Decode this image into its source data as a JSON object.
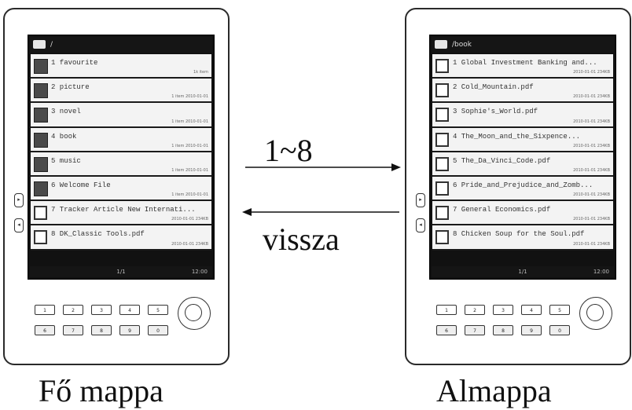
{
  "left_device": {
    "title": "/",
    "items": [
      {
        "label": "1 favourite",
        "meta": "1k item",
        "icon": "folder-icon"
      },
      {
        "label": "2 picture",
        "meta": "1 item 2010-01-01",
        "icon": "folder-icon"
      },
      {
        "label": "3 novel",
        "meta": "1 item 2010-01-01",
        "icon": "folder-icon"
      },
      {
        "label": "4 book",
        "meta": "1 item 2010-01-01",
        "icon": "folder-icon"
      },
      {
        "label": "5 music",
        "meta": "1 item 2010-01-01",
        "icon": "folder-icon"
      },
      {
        "label": "6 Welcome File",
        "meta": "1 item 2010-01-01",
        "icon": "folder-icon"
      },
      {
        "label": "7 Tracker Article New Internati...",
        "meta": "2010-01-01 234KB",
        "icon": "document-icon"
      },
      {
        "label": "8 DK_Classic Tools.pdf",
        "meta": "2010-01-01 234KB",
        "icon": "document-icon"
      }
    ],
    "page": "1/1",
    "status": "12:00"
  },
  "right_device": {
    "title": "/book",
    "items": [
      {
        "label": "1 Global Investment Banking and...",
        "meta": "2010-01-01 234KB",
        "icon": "document-icon"
      },
      {
        "label": "2 Cold_Mountain.pdf",
        "meta": "2010-01-01 234KB",
        "icon": "document-icon"
      },
      {
        "label": "3 Sophie's_World.pdf",
        "meta": "2010-01-01 234KB",
        "icon": "document-icon"
      },
      {
        "label": "4 The_Moon_and_the_Sixpence...",
        "meta": "2010-01-01 234KB",
        "icon": "document-icon"
      },
      {
        "label": "5 The_Da_Vinci_Code.pdf",
        "meta": "2010-01-01 234KB",
        "icon": "document-icon"
      },
      {
        "label": "6 Pride_and_Prejudice_and_Zomb...",
        "meta": "2010-01-01 234KB",
        "icon": "document-icon"
      },
      {
        "label": "7 General Economics.pdf",
        "meta": "2010-01-01 234KB",
        "icon": "document-icon"
      },
      {
        "label": "8 Chicken Soup for the Soul.pdf",
        "meta": "2010-01-01 234KB",
        "icon": "document-icon"
      }
    ],
    "page": "1/1",
    "status": "12:00"
  },
  "keypad": {
    "top": [
      "1",
      "2",
      "3",
      "4",
      "5"
    ],
    "bottom": [
      "6",
      "7",
      "8",
      "9",
      "0"
    ]
  },
  "arrows": {
    "forward_label": "1~8",
    "back_label": "vissza"
  },
  "captions": {
    "left": "Fő mappa",
    "right": "Almappa"
  }
}
